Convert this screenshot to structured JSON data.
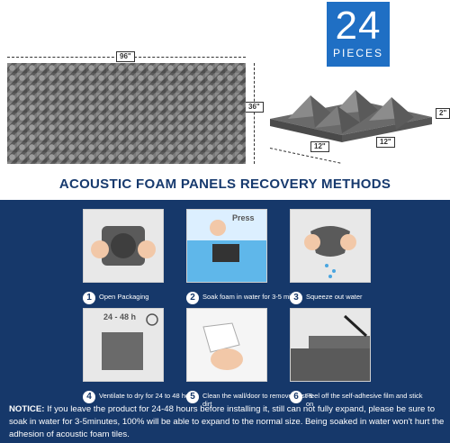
{
  "badge": {
    "number": "24",
    "word": "PIECES"
  },
  "dimensions": {
    "width_label": "96\"",
    "height_label": "36\"",
    "depth_label": "2\"",
    "tile_left_label": "12\"",
    "tile_right_label": "12\""
  },
  "title": "ACOUSTIC FOAM PANELS RECOVERY METHODS",
  "steps": [
    {
      "num": "1",
      "text": "Open Packaging"
    },
    {
      "num": "2",
      "text": "Soak foam in water for 3-5 min",
      "overlay": "Press"
    },
    {
      "num": "3",
      "text": "Squeeze out water"
    },
    {
      "num": "4",
      "text": "Ventilate to dry for 24 to 48 hours",
      "overlay": "24 - 48 h"
    },
    {
      "num": "5",
      "text": "Clean the wall/door to remove dust & dirt"
    },
    {
      "num": "6",
      "text": "Peel off the self-adhesive film and stick on"
    }
  ],
  "notice": {
    "label": "NOTICE:",
    "text": " If you leave the product for 24-48 hours before installing it, still can not fully expand, please be sure to soak in water for 3-5minutes, 100% will be able to expand to the normal size. Being soaked in water won't hurt the adhesion of acoustic foam tiles."
  },
  "colors": {
    "brand_blue": "#1f6fc4",
    "navy": "#16386a",
    "title_navy": "#173a6e"
  }
}
